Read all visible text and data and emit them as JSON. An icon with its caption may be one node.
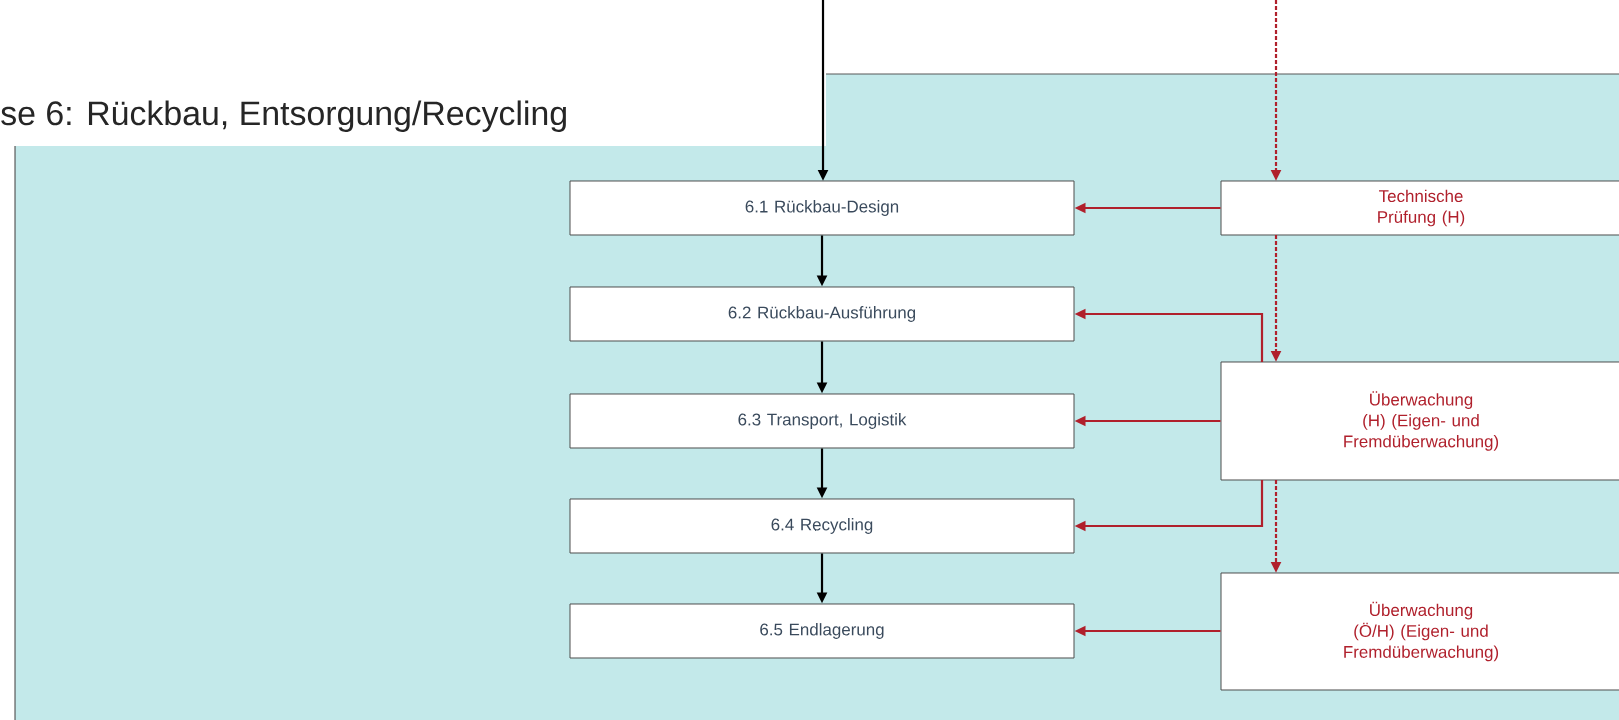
{
  "diagram": {
    "title": "se 6: Rückbau, Entsorgung/Recycling",
    "nodes": [
      {
        "text": [
          "6.1 Rückbau-Design"
        ]
      },
      {
        "text": [
          "6.2 Rückbau-Ausführung"
        ]
      },
      {
        "text": [
          "6.3 Transport, Logistik"
        ]
      },
      {
        "text": [
          "6.4 Recycling"
        ]
      },
      {
        "text": [
          "6.5 Endlagerung"
        ]
      },
      {
        "text": [
          "Technische Prüfung (H)"
        ]
      },
      {
        "text": [
          "Überwachung (H) (Eigen- und Fremdüberwachung)"
        ]
      },
      {
        "text": [
          "Überwachung (Ö/H) (Eigen- und Fremdüberwachung)"
        ]
      }
    ],
    "edges": [
      {
        "from": null,
        "to": 0,
        "arrow": "to",
        "color": "#000000"
      },
      {
        "from": 0,
        "to": 1,
        "arrow": "to",
        "color": "#000000"
      },
      {
        "from": 1,
        "to": 2,
        "arrow": "to",
        "color": "#000000"
      },
      {
        "from": 2,
        "to": 3,
        "arrow": "to",
        "color": "#000000"
      },
      {
        "from": 3,
        "to": 4,
        "arrow": "to",
        "color": "#000000"
      },
      {
        "from": null,
        "to": 5,
        "arrow": "to",
        "style": "dashed"
      },
      {
        "from": 5,
        "to": 6,
        "arrow": "to",
        "style": "dashed"
      },
      {
        "from": 6,
        "to": 7,
        "arrow": "to",
        "style": "dashed"
      },
      {
        "from": 5,
        "to": 0,
        "arrow": "to"
      },
      {
        "from": 6,
        "to": 1,
        "arrow": "to"
      },
      {
        "from": 6,
        "to": 2,
        "arrow": "to"
      },
      {
        "from": 6,
        "to": 3,
        "arrow": "to"
      },
      {
        "from": 7,
        "to": 4,
        "arrow": "to"
      }
    ]
  }
}
